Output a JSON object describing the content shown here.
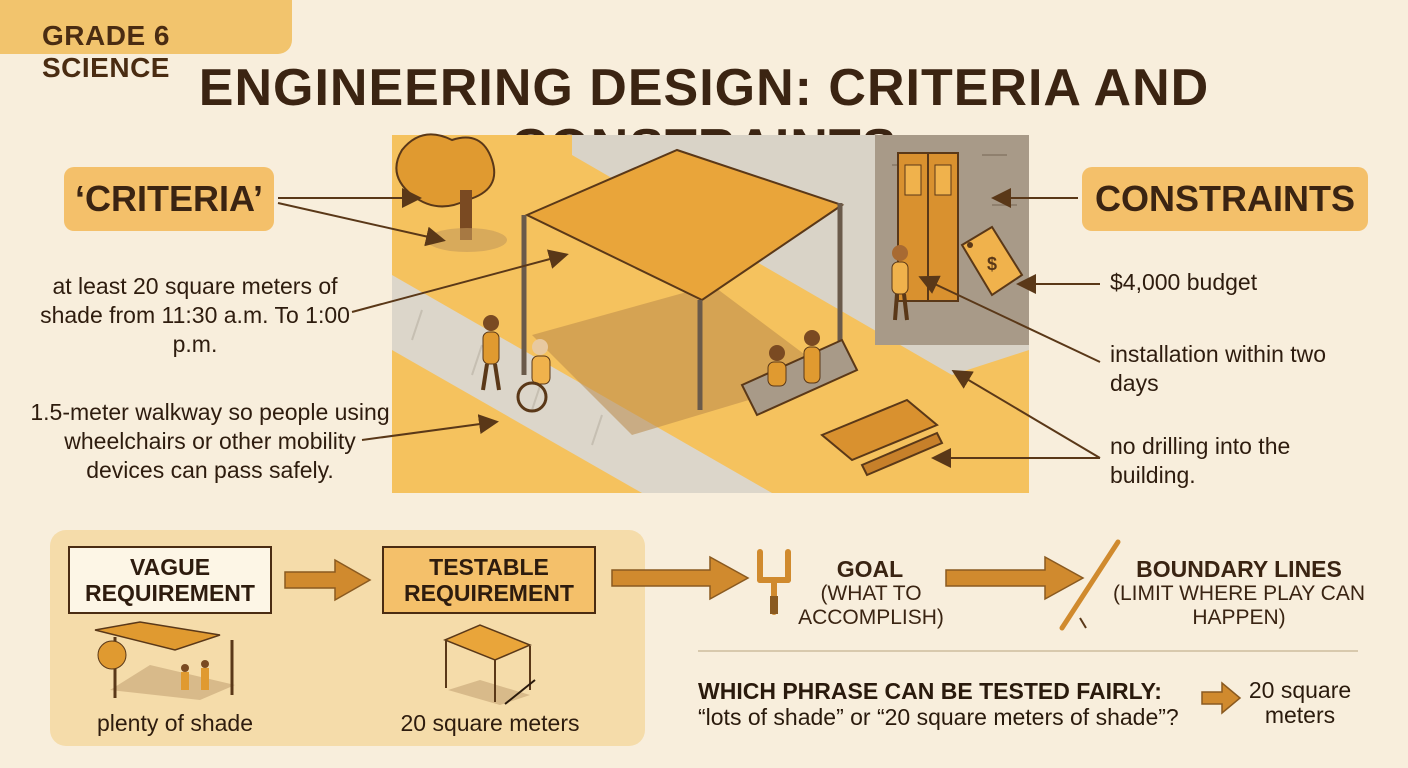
{
  "header": {
    "grade_tag": "GRADE 6 SCIENCE",
    "title": "ENGINEERING DESIGN: CRITERIA AND CONSTRAINTS"
  },
  "criteria": {
    "label": "‘CRITERIA’",
    "items": [
      "at least 20 square meters of shade from 11:30 a.m. To 1:00 p.m.",
      "1.5-meter walkway so people using wheelchairs or other mobility devices can pass safely."
    ]
  },
  "constraints": {
    "label": "CONSTRAINTS",
    "items": [
      "$4,000 budget",
      "installation within two days",
      "no drilling into the building."
    ]
  },
  "scene": {
    "price_tag_symbol": "$"
  },
  "requirements": {
    "vague": {
      "label": "VAGUE REQUIREMENT",
      "caption": "plenty of shade"
    },
    "testable": {
      "label": "TESTABLE REQUIREMENT",
      "caption": "20 square meters"
    }
  },
  "analogy": {
    "goal": {
      "title": "GOAL",
      "subtitle": "(WHAT TO ACCOMPLISH)"
    },
    "boundary": {
      "title": "BOUNDARY LINES",
      "subtitle": "(LIMIT WHERE PLAY CAN HAPPEN)"
    }
  },
  "question": {
    "line1": "WHICH PHRASE CAN BE TESTED FAIRLY:",
    "line2": "“lots of shade” or “20 square meters of shade”?",
    "answer": "20 square meters"
  },
  "colors": {
    "background": "#f8eedc",
    "accent": "#f4c06a",
    "canopy": "#e9a53a",
    "ground": "#f5c25e",
    "text": "#3b2412",
    "arrow": "#d08a2e"
  }
}
